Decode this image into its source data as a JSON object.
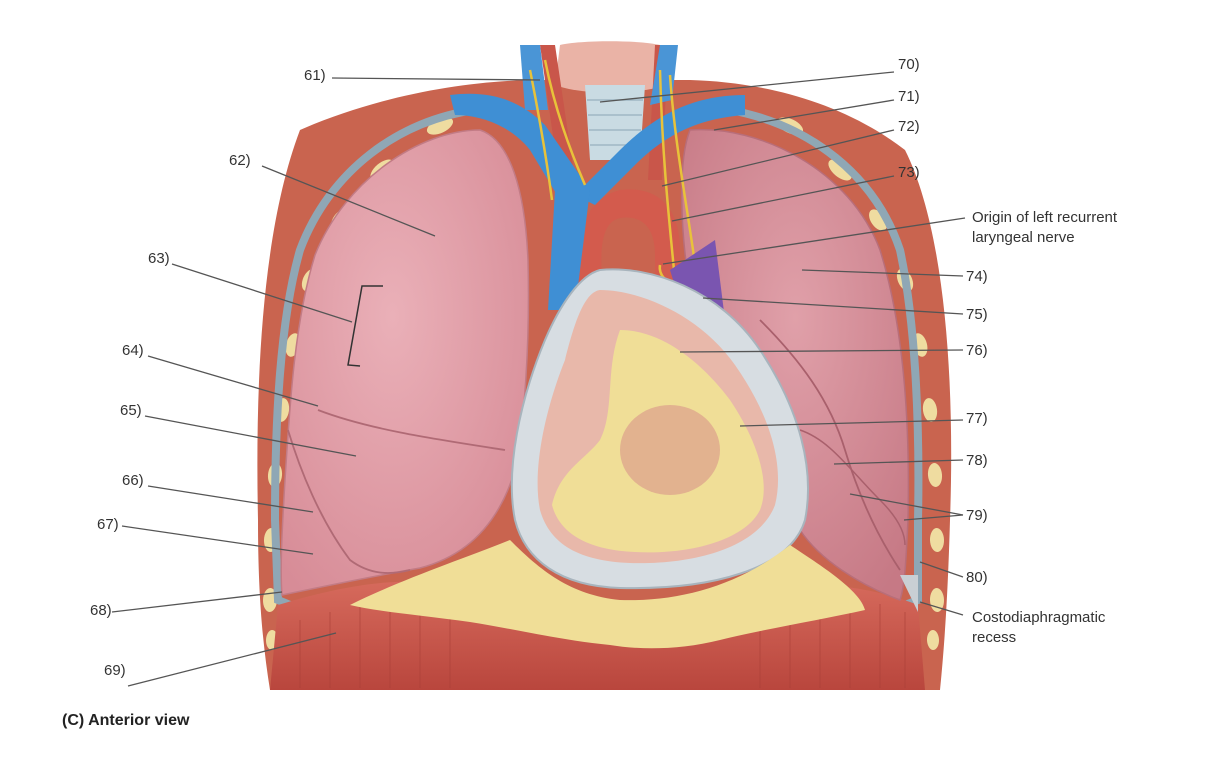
{
  "figure": {
    "caption": "(C) Anterior view",
    "top_text": "",
    "labels": {
      "l61": "61)",
      "l62": "62)",
      "l63": "63)",
      "l64": "64)",
      "l65": "65)",
      "l66": "66)",
      "l67": "67)",
      "l68": "68)",
      "l69": "69)",
      "l70": "70)",
      "l71": "71)",
      "l72": "72)",
      "l73": "73)",
      "l74": "74)",
      "l75": "75)",
      "l76": "76)",
      "l77": "77)",
      "l78": "78)",
      "l79": "79)",
      "l80": "80)",
      "origin_line1": "Origin of left recurrent",
      "origin_line2": "laryngeal nerve",
      "recess_line1": "Costodiaphragmatic",
      "recess_line2": "recess"
    }
  },
  "colors": {
    "muscle": "#c8604f",
    "rib_cartilage": "#efdca0",
    "pleura": "#8fa7b5",
    "lung": "#e4a2ab",
    "lung_dark": "#cf8590",
    "vein": "#3f8fd4",
    "artery": "#d0574a",
    "nerve": "#e8c23a",
    "fat": "#f0de97",
    "pericardium": "#d7dde2",
    "diaphragm": "#c9544a",
    "purple": "#7a55b0",
    "trachea": "#c9dbe3",
    "leader": "#555555"
  }
}
